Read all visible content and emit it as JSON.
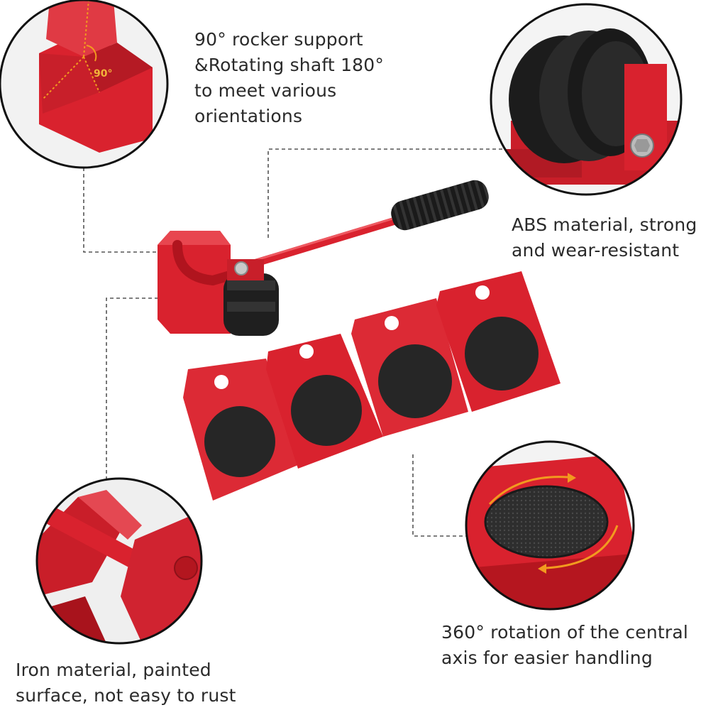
{
  "captions": {
    "rocker": "90° rocker support\n&Rotating shaft 180°\nto meet various\norientations",
    "abs": "ABS material, strong\nand wear-resistant",
    "iron": "Iron material, painted\nsurface, not easy to rust",
    "rotation": "360° rotation of the central\naxis for easier handling"
  },
  "callouts": {
    "angle_label": "90°"
  },
  "colors": {
    "product_red": "#d9222e",
    "product_red_dark": "#a9141d",
    "rubber_black": "#1e1e1e",
    "pad_gray": "#3a3a3a",
    "arrow_orange": "#f29a1f",
    "circle_border": "#111111",
    "dashed_line": "#555555"
  }
}
